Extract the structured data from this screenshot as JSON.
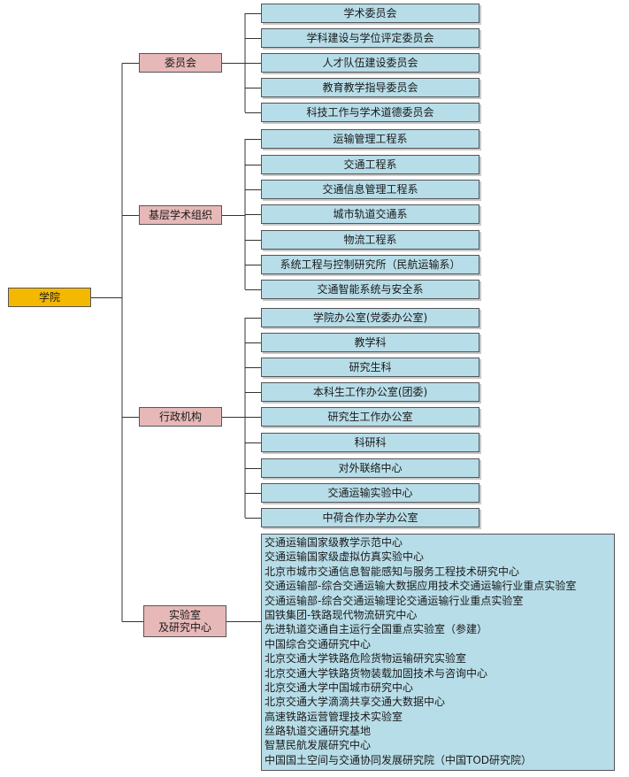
{
  "root": {
    "label": "学院"
  },
  "categories": [
    {
      "label": "委员会",
      "items": [
        "学术委员会",
        "学科建设与学位评定委员会",
        "人才队伍建设委员会",
        "教育教学指导委员会",
        "科技工作与学术道德委员会"
      ]
    },
    {
      "label": "基层学术组织",
      "items": [
        "运输管理工程系",
        "交通工程系",
        "交通信息管理工程系",
        "城市轨道交通系",
        "物流工程系",
        "系统工程与控制研究所（民航运输系）",
        "交通智能系统与安全系"
      ]
    },
    {
      "label": "行政机构",
      "items": [
        "学院办公室(党委办公室)",
        "教学科",
        "研究生科",
        "本科生工作办公室(团委)",
        "研究生工作办公室",
        "科研科",
        "对外联络中心",
        "交通运输实验中心",
        "中荷合作办学办公室"
      ]
    },
    {
      "label": "实验室\n及研究中心",
      "label_lines": [
        "实验室",
        "及研究中心"
      ],
      "items": [
        "交通运输国家级教学示范中心",
        "交通运输国家级虚拟仿真实验中心",
        "北京市城市交通信息智能感知与服务工程技术研究中心",
        "交通运输部-综合交通运输大数据应用技术交通运输行业重点实验室",
        "交通运输部-综合交通运输理论交通运输行业重点实验室",
        "国铁集团-铁路现代物流研究中心",
        "先进轨道交通自主运行全国重点实验室（参建）",
        "中国综合交通研究中心",
        "北京交通大学铁路危险货物运输研究实验室",
        "北京交通大学铁路货物装载加固技术与咨询中心",
        "北京交通大学中国城市研究中心",
        "北京交通大学滴滴共享交通大数据中心",
        "高速铁路运营管理技术实验室",
        "丝路轨道交通研究基地",
        "智慧民航发展研究中心",
        "中国国土空间与交通协同发展研究院（中国TOD研究院）"
      ]
    }
  ],
  "colors": {
    "root": "#f5b800",
    "category": "#e6b9b8",
    "leaf": "#b7dde8",
    "line": "#333333"
  }
}
